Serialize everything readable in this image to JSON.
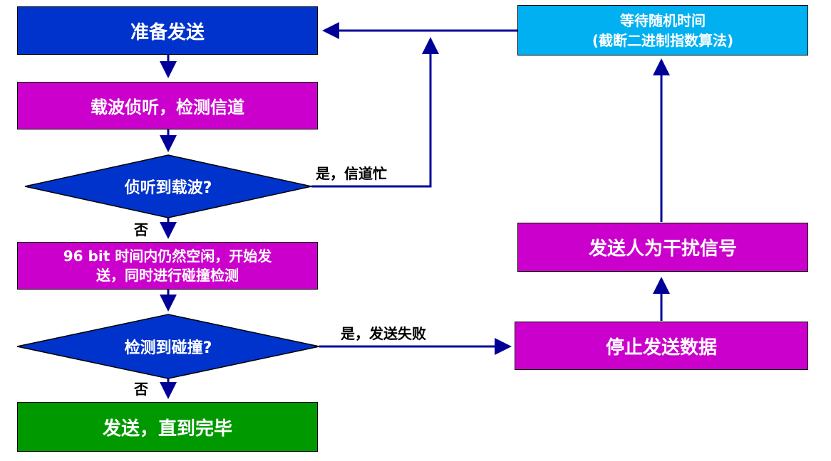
{
  "nodes": {
    "prepare": "准备发送",
    "sense": "载波侦听，检测信道",
    "q_carrier": "侦听到载波?",
    "send_line1": "96 bit 时间内仍然空闲，开始发",
    "send_line2": "送，同时进行碰撞检测",
    "q_collision": "检测到碰撞?",
    "done": "发送，直到完毕",
    "stop": "停止发送数据",
    "jam": "发送人为干扰信号",
    "wait_line1": "等待随机时间",
    "wait_line2": "(截断二进制指数算法)"
  },
  "edges": {
    "busy": "是，信道忙",
    "no1": "否",
    "fail": "是，发送失败",
    "no2": "否"
  },
  "colors": {
    "blue": "#0033CC",
    "magenta": "#CC00CC",
    "green": "#009900",
    "cyan": "#00B0F0",
    "arrow": "#000099"
  }
}
